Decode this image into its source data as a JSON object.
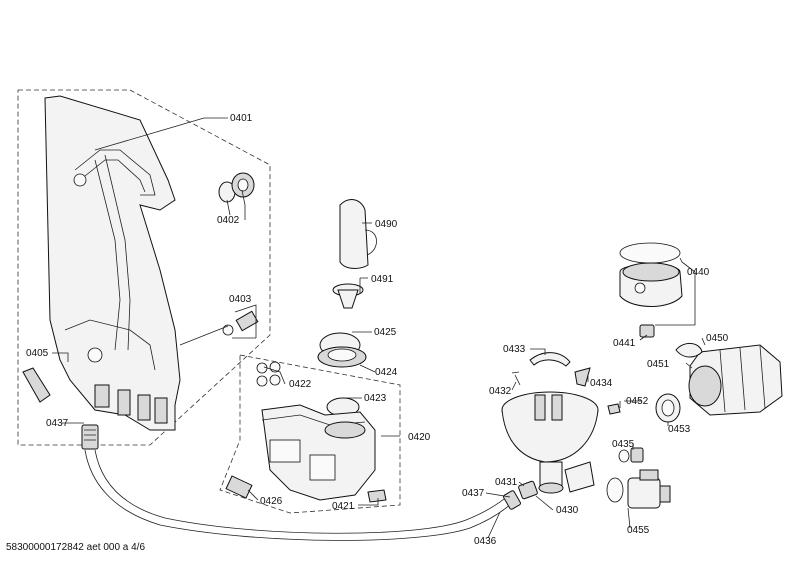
{
  "labels": {
    "p0401": "0401",
    "p0402": "0402",
    "p0403": "0403",
    "p0405": "0405",
    "p0437a": "0437",
    "p0490": "0490",
    "p0491": "0491",
    "p0425": "0425",
    "p0424": "0424",
    "p0422": "0422",
    "p0423": "0423",
    "p0420": "0420",
    "p0426": "0426",
    "p0421": "0421",
    "p0433": "0433",
    "p0432": "0432",
    "p0434": "0434",
    "p0440": "0440",
    "p0441": "0441",
    "p0450": "0450",
    "p0451": "0451",
    "p0452": "0452",
    "p0453": "0453",
    "p0435": "0435",
    "p0431": "0431",
    "p0437b": "0437",
    "p0430": "0430",
    "p0436": "0436",
    "p0455": "0455"
  },
  "footer": "58300000172842 aet 000 a 4/6"
}
